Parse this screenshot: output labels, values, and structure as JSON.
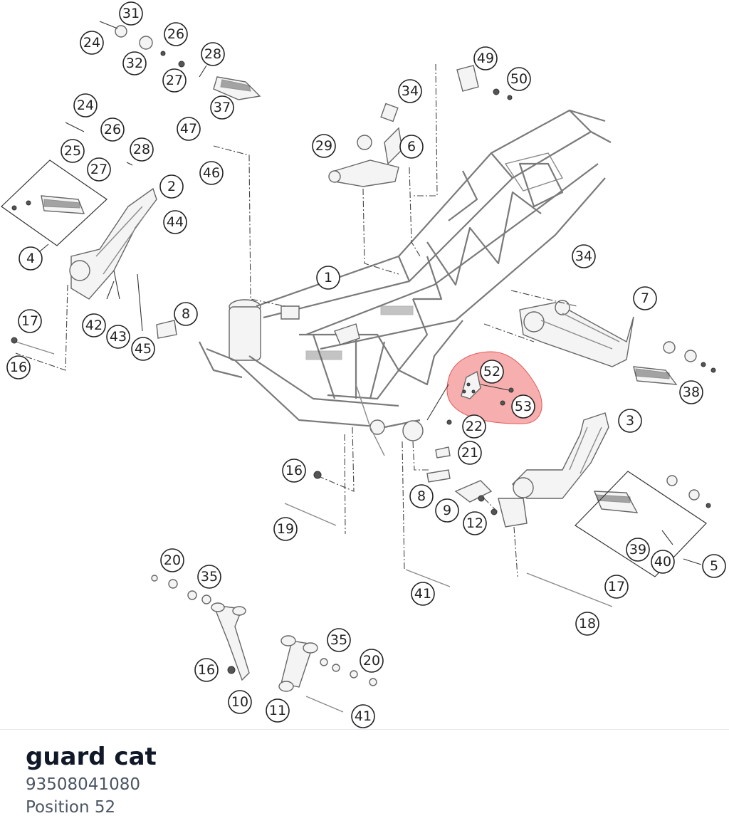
{
  "colors": {
    "highlight": "#f16b6b",
    "title_text": "#111827",
    "meta_text": "#4b5563"
  },
  "diagram": {
    "callouts": [
      "31",
      "24",
      "26",
      "32",
      "27",
      "28",
      "37",
      "24",
      "26",
      "25",
      "27",
      "28",
      "47",
      "46",
      "2",
      "44",
      "4",
      "17",
      "16",
      "42",
      "43",
      "45",
      "8",
      "1",
      "29",
      "6",
      "34",
      "49",
      "50",
      "34",
      "7",
      "38",
      "52",
      "53",
      "3",
      "22",
      "21",
      "16",
      "8",
      "9",
      "12",
      "19",
      "5",
      "39",
      "40",
      "17",
      "18",
      "41",
      "20",
      "35",
      "16",
      "10",
      "11",
      "35",
      "20",
      "41"
    ],
    "highlighted": [
      "52",
      "53"
    ]
  },
  "part": {
    "name": "guard cat",
    "number": "93508041080",
    "position": "Position 52"
  }
}
